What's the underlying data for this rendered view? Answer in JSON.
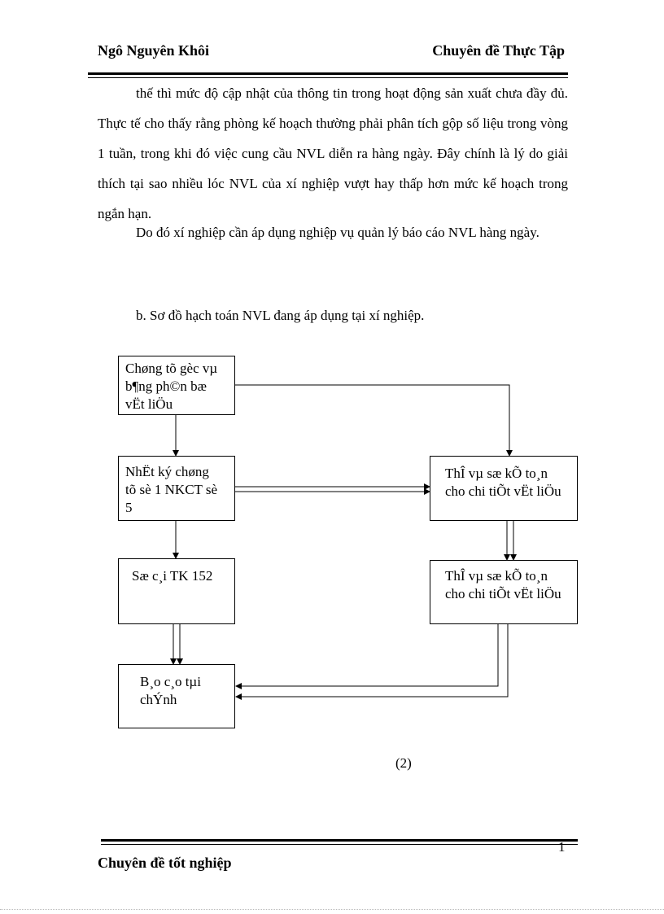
{
  "header": {
    "author": "Ngô Nguyên Khôi",
    "title": "Chuyên đề Thực Tập"
  },
  "body": {
    "paragraph1": "thế thì mức độ cập nhật của thông tin trong hoạt động sản xuất chưa đầy đủ. Thực tế cho thấy rằng phòng kế hoạch thường phải phân tích gộp số liệu trong vòng 1 tuần, trong khi đó việc cung cầu NVL diễn ra hàng ngày. Đây chính là lý do giải thích tại sao nhiều lóc NVL của xí nghiệp vượt hay thấp hơn mức kế hoạch trong ngắn hạn.",
    "paragraph2": "Do đó xí nghiệp cần áp dụng nghiệp vụ quản lý báo cáo NVL hàng ngày.",
    "section_heading": "b. Sơ đồ hạch toán NVL đang áp dụng tại xí nghiệp."
  },
  "diagram": {
    "source_docs": [
      "Chøng tõ gèc vµ",
      "b¶ng ph©n bæ",
      "vËt liÖu"
    ],
    "journal": [
      "NhËt ký chøng",
      "tõ sè 1 NKCT sè",
      "5"
    ],
    "detail_card_1": [
      "ThÎ vµ sæ kÕ to¸n",
      "cho chi tiÕt vËt liÖu"
    ],
    "ledger": [
      "Sæ c¸i TK 152"
    ],
    "detail_card_2": [
      "ThÎ vµ sæ kÕ to¸n",
      "cho chi tiÕt vËt liÖu"
    ],
    "financial_report": [
      "B¸o c¸o tµi",
      "chÝnh"
    ],
    "figure_label": "(2)"
  },
  "footer": {
    "page_number": "1",
    "text": "Chuyên đề tốt nghiệp"
  }
}
